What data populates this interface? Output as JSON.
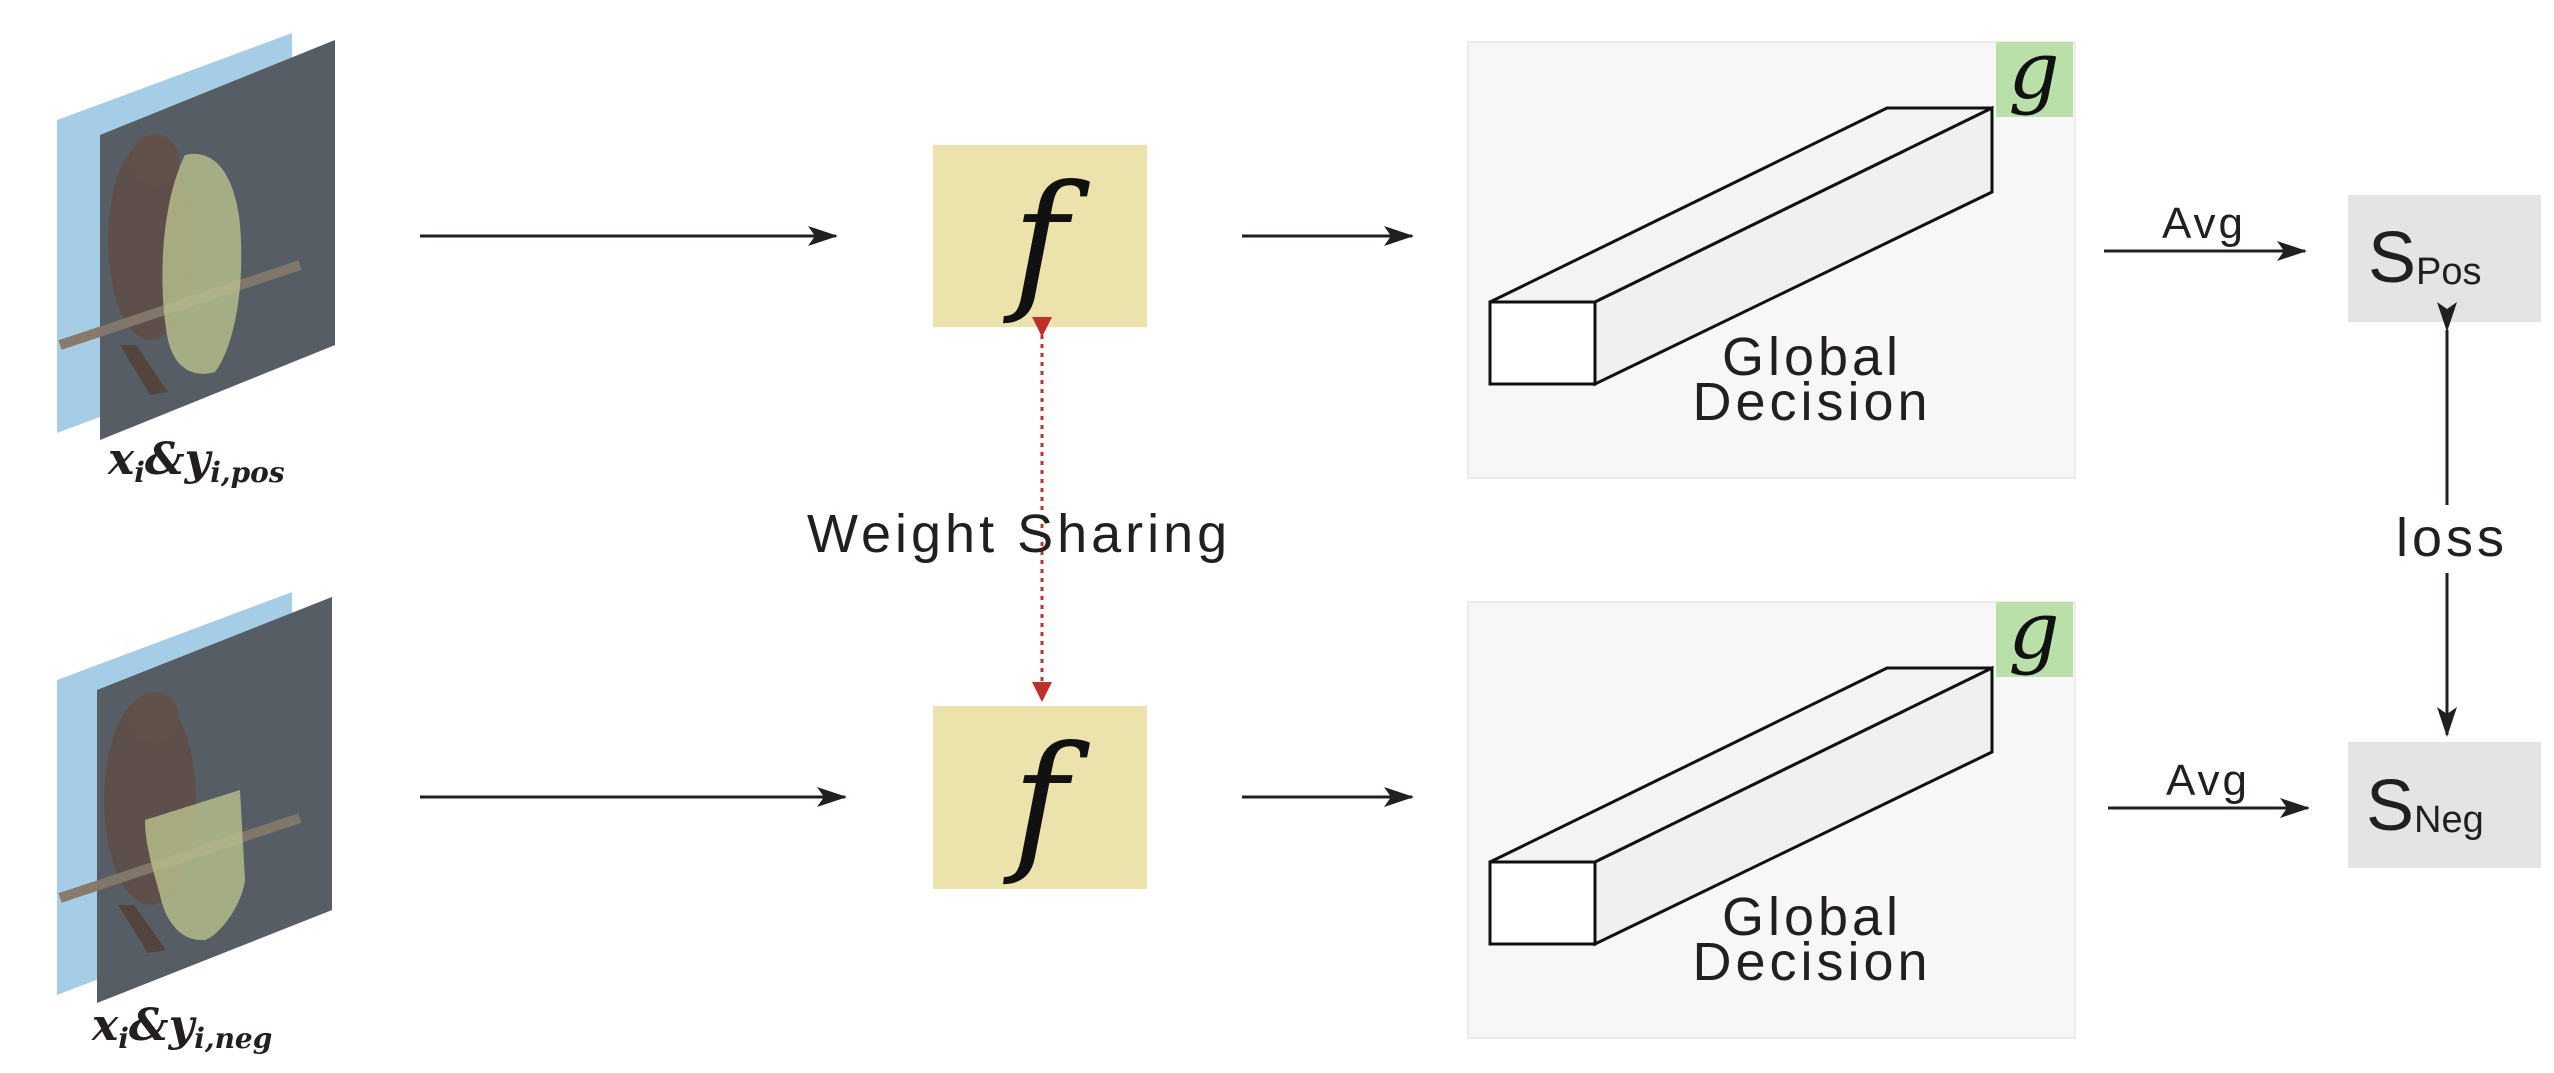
{
  "inputs": {
    "pos_label": {
      "x": "x",
      "i": "i",
      "amp": "&",
      "y": "y",
      "sub": "i,pos"
    },
    "neg_label": {
      "x": "x",
      "i": "i",
      "amp": "&",
      "y": "y",
      "sub": "i,neg"
    }
  },
  "encoder": {
    "symbol": "f"
  },
  "weight_sharing": {
    "label": "Weight Sharing"
  },
  "decision": {
    "symbol": "g",
    "label_line1": "Global",
    "label_line2": "Decision"
  },
  "avg_label": "Avg",
  "scores": {
    "pos": {
      "main": "S",
      "sub": "Pos"
    },
    "neg": {
      "main": "S",
      "sub": "Neg"
    }
  },
  "loss_label": "loss",
  "colors": {
    "f_box": "#ebe3ab",
    "g_badge": "#b8e0a8",
    "score_box": "#e4e4e4",
    "panel": "#f7f7f7",
    "arrow": "#231f20",
    "weight_share_arrow": "#c0302a",
    "sky": "#a6cde6",
    "mask_overlay": "#5a5a5a",
    "mask_highlight": "#d8e39a"
  }
}
